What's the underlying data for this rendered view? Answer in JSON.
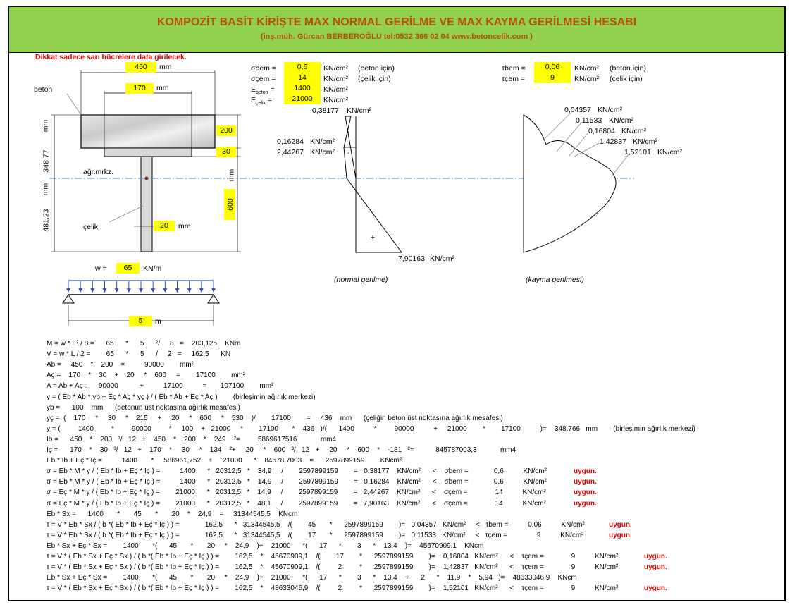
{
  "header": {
    "title": "KOMPOZİT BASİT KİRİŞTE MAX NORMAL GERİLME VE MAX KAYMA GERİLMESİ HESABI",
    "subtitle": "(inş.müh. Gürcan BERBEROĞLU tel:0532 366 02 04   www.betoncelik.com )"
  },
  "colors": {
    "header_bg": "#92d050",
    "title": "#b45309",
    "input": "#ffff00",
    "ok": "#e00000"
  },
  "warning": "Dikkat sadece sarı hücrelere data girilecek.",
  "section": {
    "b_beton": "450",
    "mm1": "mm",
    "b_celik": "170",
    "mm2": "mm",
    "h_beton": "200",
    "t_flange": "30",
    "h_web": "600",
    "t_web": "20",
    "mm3": "mm",
    "label_beton": "beton",
    "label_celik": "çelik",
    "label_agr": "ağr.mrkz.",
    "dim_top": "348,77",
    "dim_bot": "481,23",
    "mm_v1": "mm",
    "mm_v2": "mm",
    "mm_v3": "mm"
  },
  "load": {
    "w_label": "w =",
    "w": "65",
    "w_unit": "KN/m",
    "L": "5",
    "L_unit": "m"
  },
  "materials": {
    "sbem_l": "σbem =",
    "sbem": "0,6",
    "sbem_u": "KN/cm²",
    "sbem_n": "(beton için)",
    "scem_l": "σçem =",
    "scem": "14",
    "scem_u": "KN/cm²",
    "scem_n": "(çelik için)",
    "eb_l": "E",
    "eb_sub": "beton",
    "eb_eq": "=",
    "eb": "1400",
    "eb_u": "KN/cm²",
    "ec_l": "E",
    "ec_sub": "çelik",
    "ec_eq": "=",
    "ec": "21000",
    "ec_u": "KN/cm²",
    "tbem_l": "τbem =",
    "tbem": "0,06",
    "tbem_u": "KN/cm²",
    "tbem_n": "(beton için)",
    "tcem_l": "τçem =",
    "tcem": "9",
    "tcem_u": "KN/cm²",
    "tcem_n": "(çelik için)"
  },
  "normal": {
    "v1": "0,38177",
    "v2": "0,16284",
    "v3": "2,44267",
    "v4": "7,90163",
    "u": "KN/cm²",
    "minus": "-",
    "plus": "+",
    "caption": "(normal gerilme)"
  },
  "shear": {
    "v1": "0,04357",
    "v2": "0,11533",
    "v3": "0,16804",
    "v4": "1,42837",
    "v5": "1,52101",
    "u": "KN/cm²",
    "caption": "(kayma gerilmesi)"
  },
  "calc": [
    {
      "t": "M = w * L² / 8 =      65      *      5      ²/     8   =    203,125    KNm"
    },
    {
      "t": "V = w * L / 2 =        65      *      5      /     2   =     162,5      KN"
    },
    {
      "t": "Ab =     450    *    200    =          90000        mm²"
    },
    {
      "t": "Aç =    170    *    30    +    20     *    600     =        17100        mm²"
    },
    {
      "t": "A = Ab + Aç :      90000           +          17100          =       107100        mm²"
    },
    {
      "t": "y = ( Eb * Ab * yb + Eç * Aç * yç ) / ( Eb * Ab + Eç * Aç )        (birleşimin ağırlık merkezi)"
    },
    {
      "t": "yb =      100    mm      (betonun üst noktasına ağırlık mesafesi)"
    },
    {
      "t": "yç =  (    170     *     30     *    215     +     20     *    600     *    530    )/        17100        =     436    mm      (çeliğin beton üst noktasına ağırlık mesafesi)"
    },
    {
      "t": "y = (         1400         *         90000         *     100    +   21000     *        17100       *    436   )/(      1400          *         90000          +     21000        *        17100          )=    348,766   mm        (birleşimin ağırlık merkezi)"
    },
    {
      "t": "Ib =      450    *    200   ³/   12   +    450    *    200    *    249    ²=         5869617516            mm4"
    },
    {
      "t": "Iç =      170    *    30   ³/   12   +    170    *     30     *    134    ²+     20     *    600   ³/   12   +     20     *    600    *    -181   ²=           845787003,3            mm4"
    },
    {
      "t": "Eb * Ib + Eç * Iç =          1400       *     586961,752    +     21000      *    84578,7003    =      2597899159        KNcm²"
    },
    {
      "t": "σ = Eb * M * y / ( Eb * Ib + Eç * Iç ) =          1400      *   20312,5   *    34,9     /        2597899159        =   0,38177    KN/cm²      <    σbem =             0,6          KN/cm²",
      "ok": "uygun.",
      "okx": 814
    },
    {
      "t": "σ = Eb * M * y / ( Eb * Ib + Eç * Iç ) =          1400      *   20312,5   *    14,9     /        2597899159        =   0,16284    KN/cm²      <    σbem =             0,6          KN/cm²",
      "ok": "uygun.",
      "okx": 814
    },
    {
      "t": "σ = Eç * M * y / ( Eb * Ib + Eç * Iç ) =        21000      *   20312,5   *    14,9     /        2597899159        =   2,44267    KN/cm²      <    σçem =              14          KN/cm²",
      "ok": "uygun.",
      "okx": 814
    },
    {
      "t": "σ = Eç * M * y / ( Eb * Ib + Eç * Iç ) =        21000      *   20312,5   *    48,1     /        2597899159        =   7,90163    KN/cm²      <    σçem =              14          KN/cm²",
      "ok": "uygun.",
      "okx": 814
    },
    {
      "t": "Eb * Sx =      1400       *       45       *       20    *    24,9    =     31344545,5    KNcm"
    },
    {
      "t": "τ = V * Eb * Sx / ( b *( Eb * Ib + Eç * Iç ) ) =             162,5      *   31344545,5    /(        45       *      2597899159        )=   0,04357   KN/cm²     <   τbem =          0,06          KN/cm²",
      "ok": "uygun.",
      "okx": 864
    },
    {
      "t": "τ = V * Eb * Sx / ( b *( Eb * Ib + Eç * Iç ) ) =             162,5      *   31344545,5    /(        17       *      2597899159        )=   0,11533   KN/cm²     <   τçem =               9          KN/cm²",
      "ok": "uygun.",
      "okx": 864
    },
    {
      "t": "Eb * Sx + Eç * Sx =        1400       *(      45       *       20     *    24,9    )+    21000      *(      17      *        3      *    13,4    )=    45670909,1    KNcm"
    },
    {
      "t": "τ = V * ( Eb * Sx + Eç * Sx ) / ( b *( Eb * Ib + Eç * Iç ) ) =        162,5    *    45670909,1    /(        17        *      2597899159        )=    0,16804   KN/cm²      <    τçem =              9          KN/cm²",
      "ok": "uygun.",
      "okx": 914
    },
    {
      "t": "τ = V * ( Eb * Sx + Eç * Sx ) / ( b *( Eb * Ib + Eç * Iç ) ) =        162,5    *    45670909,1    /(         2         *      2597899159        )=    1,42837   KN/cm²      <    τçem =              9          KN/cm²",
      "ok": "uygun.",
      "okx": 914
    },
    {
      "t": "Eb * Sx + Eç * Sx =        1400       *(      45       *       20     *    24,9    )+    21000      *(      17      *        3      *    13,4    +      2      *    11,9    *    5,94   )=    48633046,9    KNcm"
    },
    {
      "t": "τ = V * ( Eb * Sx + Eç * Sx ) / ( b *( Eb * Ib + Eç * Iç ) ) =        162,5    *    48633046,9    /(         2         *      2597899159        )=    1,52101   KN/cm²      <    τçem =              9          KN/cm²",
      "ok": "uygun.",
      "okx": 914
    }
  ]
}
